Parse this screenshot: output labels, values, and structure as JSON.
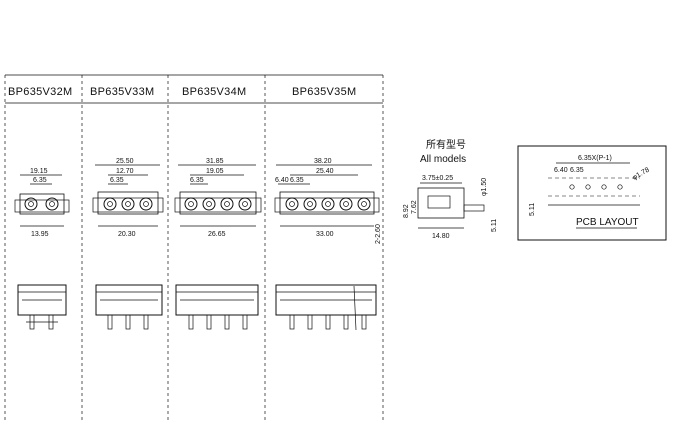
{
  "models": [
    {
      "name": "BP635V32M",
      "pitch_total": "19.15",
      "pitch": "6.35",
      "width": "13.95",
      "pins": 2
    },
    {
      "name": "BP635V33M",
      "pitch_total": "25.50",
      "pitch": "12.70",
      "pitch2": "6.35",
      "width": "20.30",
      "pins": 3
    },
    {
      "name": "BP635V34M",
      "pitch_total": "31.85",
      "pitch": "19.05",
      "pitch2": "6.35",
      "width": "26.65",
      "pins": 4
    },
    {
      "name": "BP635V35M",
      "pitch_total": "38.20",
      "pitch": "25.40",
      "pitch2": "6.40",
      "pitch3": "6.35",
      "width": "33.00",
      "pins": 5
    }
  ],
  "side_view": {
    "height_label": "2-2.60",
    "title_cn": "所有型号",
    "title_en": "All models",
    "dim_top": "3.75±0.25",
    "dim_pin": "φ1.50",
    "dim_h1": "8.92",
    "dim_h2": "7.62",
    "dim_depth": "14.80",
    "dim_pin_len": "5.11"
  },
  "pcb": {
    "title": "PCB LAYOUT",
    "pitch_formula": "6.35X(P-1)",
    "offset1": "6.40",
    "offset2": "6.35",
    "hole": "φ1.78",
    "height": "5.11"
  }
}
